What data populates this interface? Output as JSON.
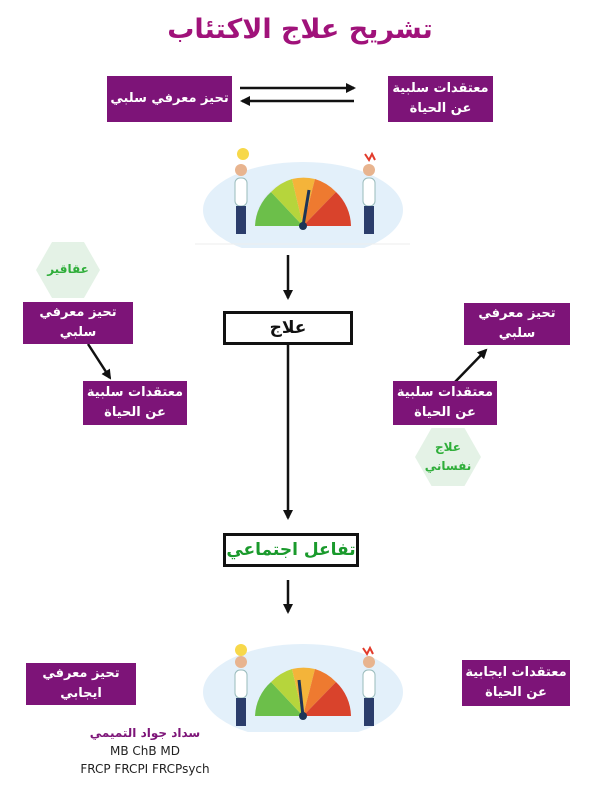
{
  "title": "تشريح علاج الاكتئاب",
  "top_left_box": "تحيز معرفي سلبي",
  "top_right_box": "معتقدات سلبية عن الحياة",
  "mid_left_box": "تحيز معرفي سلبي",
  "mid_left_lower_box": "معتقدات سلبية عن الحياة",
  "mid_right_box": "تحيز معرفي سلبي",
  "mid_right_lower_box": "معتقدات سلبية عن الحياة",
  "hex_left": "عقاقير",
  "hex_right": "علاج نفساني",
  "treatment_box": "علاج",
  "social_box": "تفاعل اجتماعي",
  "bottom_left_box": "تحيز معرفي ايجابي",
  "bottom_right_box": "معتقدات ايجابية عن الحياة",
  "author": {
    "name": "سداد جواد التميمي",
    "degree1": "MB ChB MD",
    "degree2": "FRCP FRCPI FRCPsych"
  },
  "colors": {
    "purple": "#7d1478",
    "title": "#a0127a",
    "green_text": "#2fae3a"
  },
  "icons": [
    "mood-meter-illustration-top",
    "mood-meter-illustration-bottom"
  ]
}
